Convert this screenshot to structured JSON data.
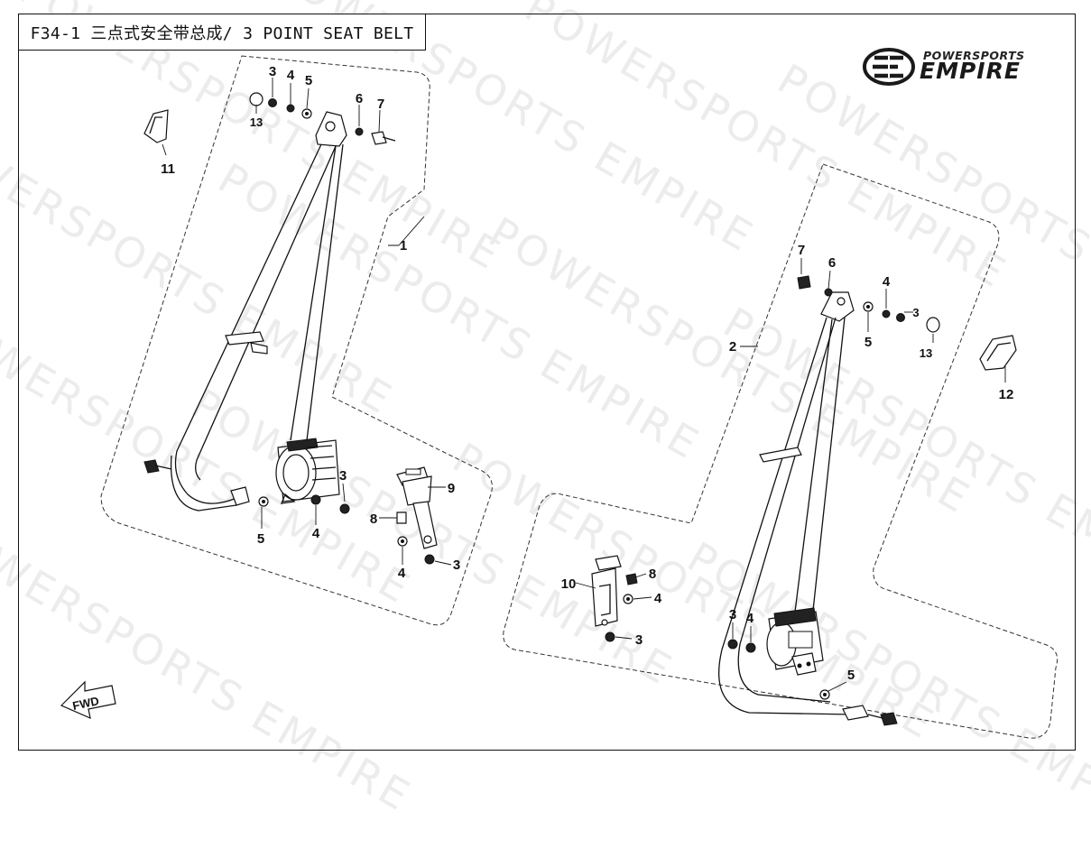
{
  "title": "F34-1 三点式安全带总成/ 3 POINT SEAT BELT",
  "brand": {
    "top": "POWERSPORTS",
    "bottom": "EMPIRE"
  },
  "watermark": "POWERSPORTS EMPIRE",
  "fwd_label": "FWD",
  "callouts": {
    "left_3a": "3",
    "left_4a": "4",
    "left_5a": "5",
    "left_13": "13",
    "left_6": "6",
    "left_7": "7",
    "left_11": "11",
    "left_1": "1",
    "left_3b": "3",
    "left_5b": "5",
    "left_4b": "4",
    "left_8": "8",
    "left_9": "9",
    "left_4c": "4",
    "left_3c": "3",
    "right_7": "7",
    "right_6": "6",
    "right_4a": "4",
    "right_3a": "3",
    "right_5a": "5",
    "right_13": "13",
    "right_2": "2",
    "right_12": "12",
    "right_10": "10",
    "right_8": "8",
    "right_4b": "4",
    "right_3b": "3",
    "right_3c": "3",
    "right_4c": "4",
    "right_5b": "5"
  }
}
